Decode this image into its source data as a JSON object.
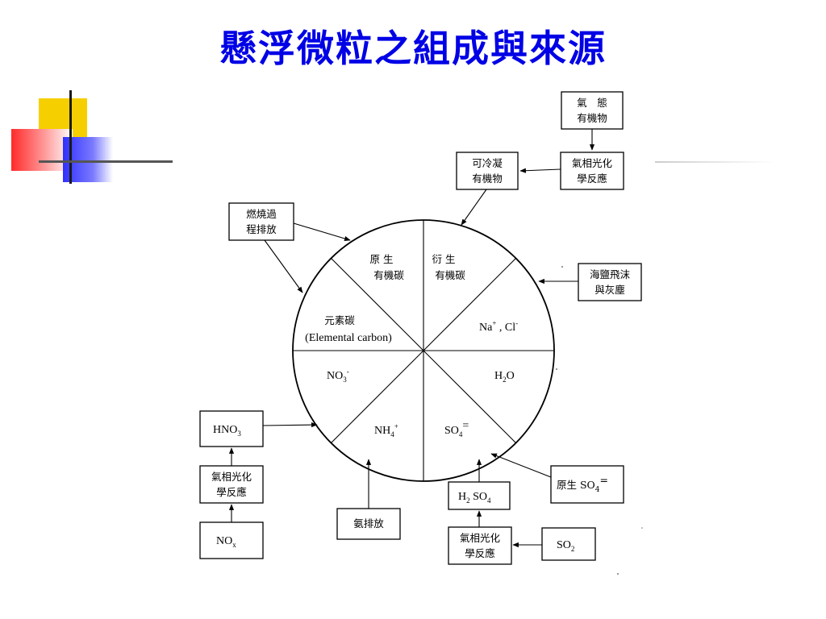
{
  "title": "懸浮微粒之組成與來源",
  "boxes": {
    "gas_organics_1": "氣　態",
    "gas_organics_2": "有機物",
    "photochem_top_1": "氣相光化",
    "photochem_top_2": "學反應",
    "condensable_1": "可冷凝",
    "condensable_2": "有機物",
    "combustion_1": "燃燒過",
    "combustion_2": "程排放",
    "seasalt_1": "海鹽飛沫",
    "seasalt_2": "與灰塵",
    "hno3_main": "HNO",
    "hno3_sub": "3",
    "photochem_left_1": "氣相光化",
    "photochem_left_2": "學反應",
    "nox_main": "NO",
    "nox_sub": "x",
    "ammonia": "氨排放",
    "h2so4_h": "H",
    "h2so4_2": "2",
    "h2so4_so": " SO",
    "h2so4_4": "4",
    "photochem_bottom_1": "氣相光化",
    "photochem_bottom_2": "學反應",
    "so2_main": "SO",
    "so2_sub": "2",
    "primary_so4_text": "原生 SO",
    "primary_so4_sub": "4",
    "primary_so4_sup": "="
  },
  "circle": {
    "primary_oc_1": "原 生",
    "primary_oc_2": "有機碳",
    "secondary_oc_1": "衍 生",
    "secondary_oc_2": "有機碳",
    "na_main": "Na",
    "na_sup": "+",
    "cl_main": " , Cl",
    "cl_sup": "-",
    "ec_1": "元素碳",
    "ec_2": "(Elemental carbon)",
    "no3_main": "NO",
    "no3_sub": "3",
    "no3_sup": "-",
    "h2o_h": "H",
    "h2o_2": "2",
    "h2o_o": "O",
    "nh4_main": "NH",
    "nh4_sub": "4",
    "nh4_sup": "+",
    "so4_main": "SO",
    "so4_sub": "4",
    "so4_sup": "="
  }
}
